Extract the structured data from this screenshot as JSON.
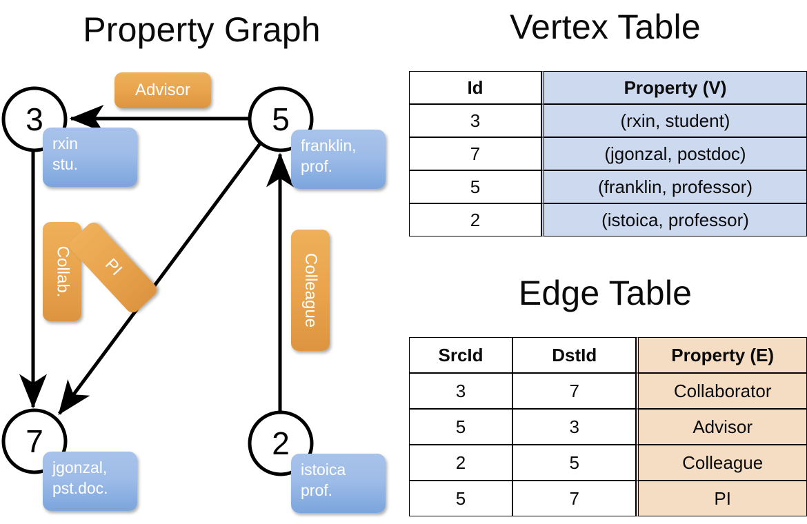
{
  "titles": {
    "property_graph": "Property Graph",
    "vertex_table": "Vertex Table",
    "edge_table": "Edge Table"
  },
  "graph": {
    "nodes": [
      {
        "id": "3",
        "label": "3",
        "property_lines": [
          "rxin",
          "stu."
        ]
      },
      {
        "id": "5",
        "label": "5",
        "property_lines": [
          "franklin,",
          "prof."
        ]
      },
      {
        "id": "7",
        "label": "7",
        "property_lines": [
          "jgonzal,",
          "pst.doc."
        ]
      },
      {
        "id": "2",
        "label": "2",
        "property_lines": [
          "istoica",
          "prof."
        ]
      }
    ],
    "node_props": {
      "rxin_line1": "rxin",
      "rxin_line2": "stu.",
      "franklin_line1": "franklin,",
      "franklin_line2": "prof.",
      "jgonzal_line1": "jgonzal,",
      "jgonzal_line2": "pst.doc.",
      "istoica_line1": "istoica",
      "istoica_line2": "prof."
    },
    "edge_labels": {
      "advisor": "Advisor",
      "collab": "Collab.",
      "pi": "PI",
      "colleague": "Colleague"
    },
    "edges": [
      {
        "src": "5",
        "dst": "3",
        "label": "Advisor"
      },
      {
        "src": "3",
        "dst": "7",
        "label": "Collab."
      },
      {
        "src": "5",
        "dst": "7",
        "label": "PI"
      },
      {
        "src": "2",
        "dst": "5",
        "label": "Colleague"
      }
    ]
  },
  "vertex_table": {
    "headers": [
      "Id",
      "Property (V)"
    ],
    "rows": [
      {
        "id": "3",
        "property": "(rxin, student)"
      },
      {
        "id": "7",
        "property": "(jgonzal, postdoc)"
      },
      {
        "id": "5",
        "property": "(franklin, professor)"
      },
      {
        "id": "2",
        "property": "(istoica, professor)"
      }
    ]
  },
  "edge_table": {
    "headers": [
      "SrcId",
      "DstId",
      "Property (E)"
    ],
    "rows": [
      {
        "src": "3",
        "dst": "7",
        "property": "Collaborator"
      },
      {
        "src": "5",
        "dst": "3",
        "property": "Advisor"
      },
      {
        "src": "2",
        "dst": "5",
        "property": "Colleague"
      },
      {
        "src": "5",
        "dst": "7",
        "property": "PI"
      }
    ]
  },
  "colors": {
    "vertex_box_blue": "#9ebce8",
    "edge_box_orange": "#e9a44d",
    "vertex_table_property_bg": "#ccd9ef",
    "edge_table_property_bg": "#f5ddc3",
    "stroke": "#000000"
  }
}
